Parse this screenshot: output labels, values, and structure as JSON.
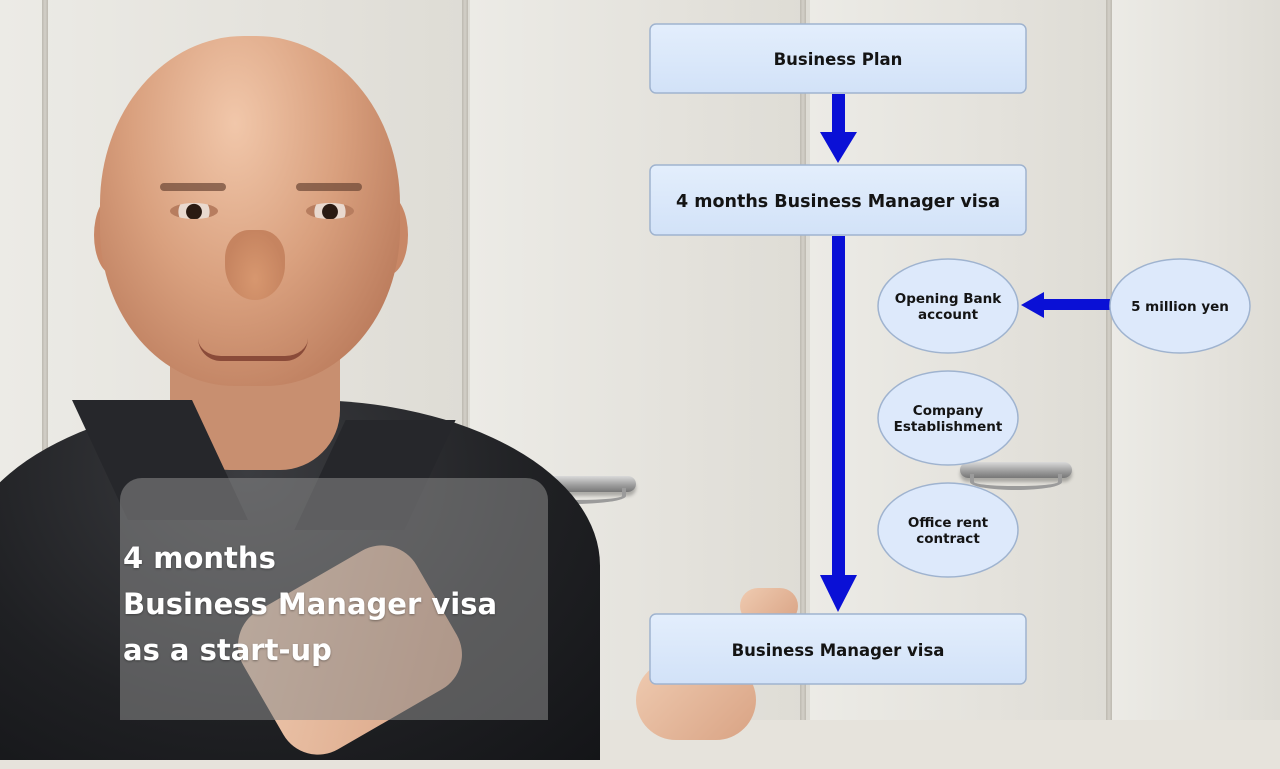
{
  "diagram": {
    "nodes": {
      "business_plan": "Business Plan",
      "four_month_visa": "4 months Business Manager visa",
      "business_manager_visa": "Business Manager visa",
      "opening_bank": [
        "Opening Bank",
        "account"
      ],
      "five_million_yen": "5 million yen",
      "company_establishment": [
        "Company",
        "Establishment"
      ],
      "office_rent": [
        "Office rent",
        "contract"
      ]
    },
    "colors": {
      "box_fill": "#dbe8fb",
      "box_stroke": "#9fb3cf",
      "ellipse_fill": "#dde9fb",
      "arrow": "#0a10d6"
    }
  },
  "caption": {
    "lines": [
      "4 months",
      "Business Manager visa",
      "as a start-up"
    ]
  }
}
